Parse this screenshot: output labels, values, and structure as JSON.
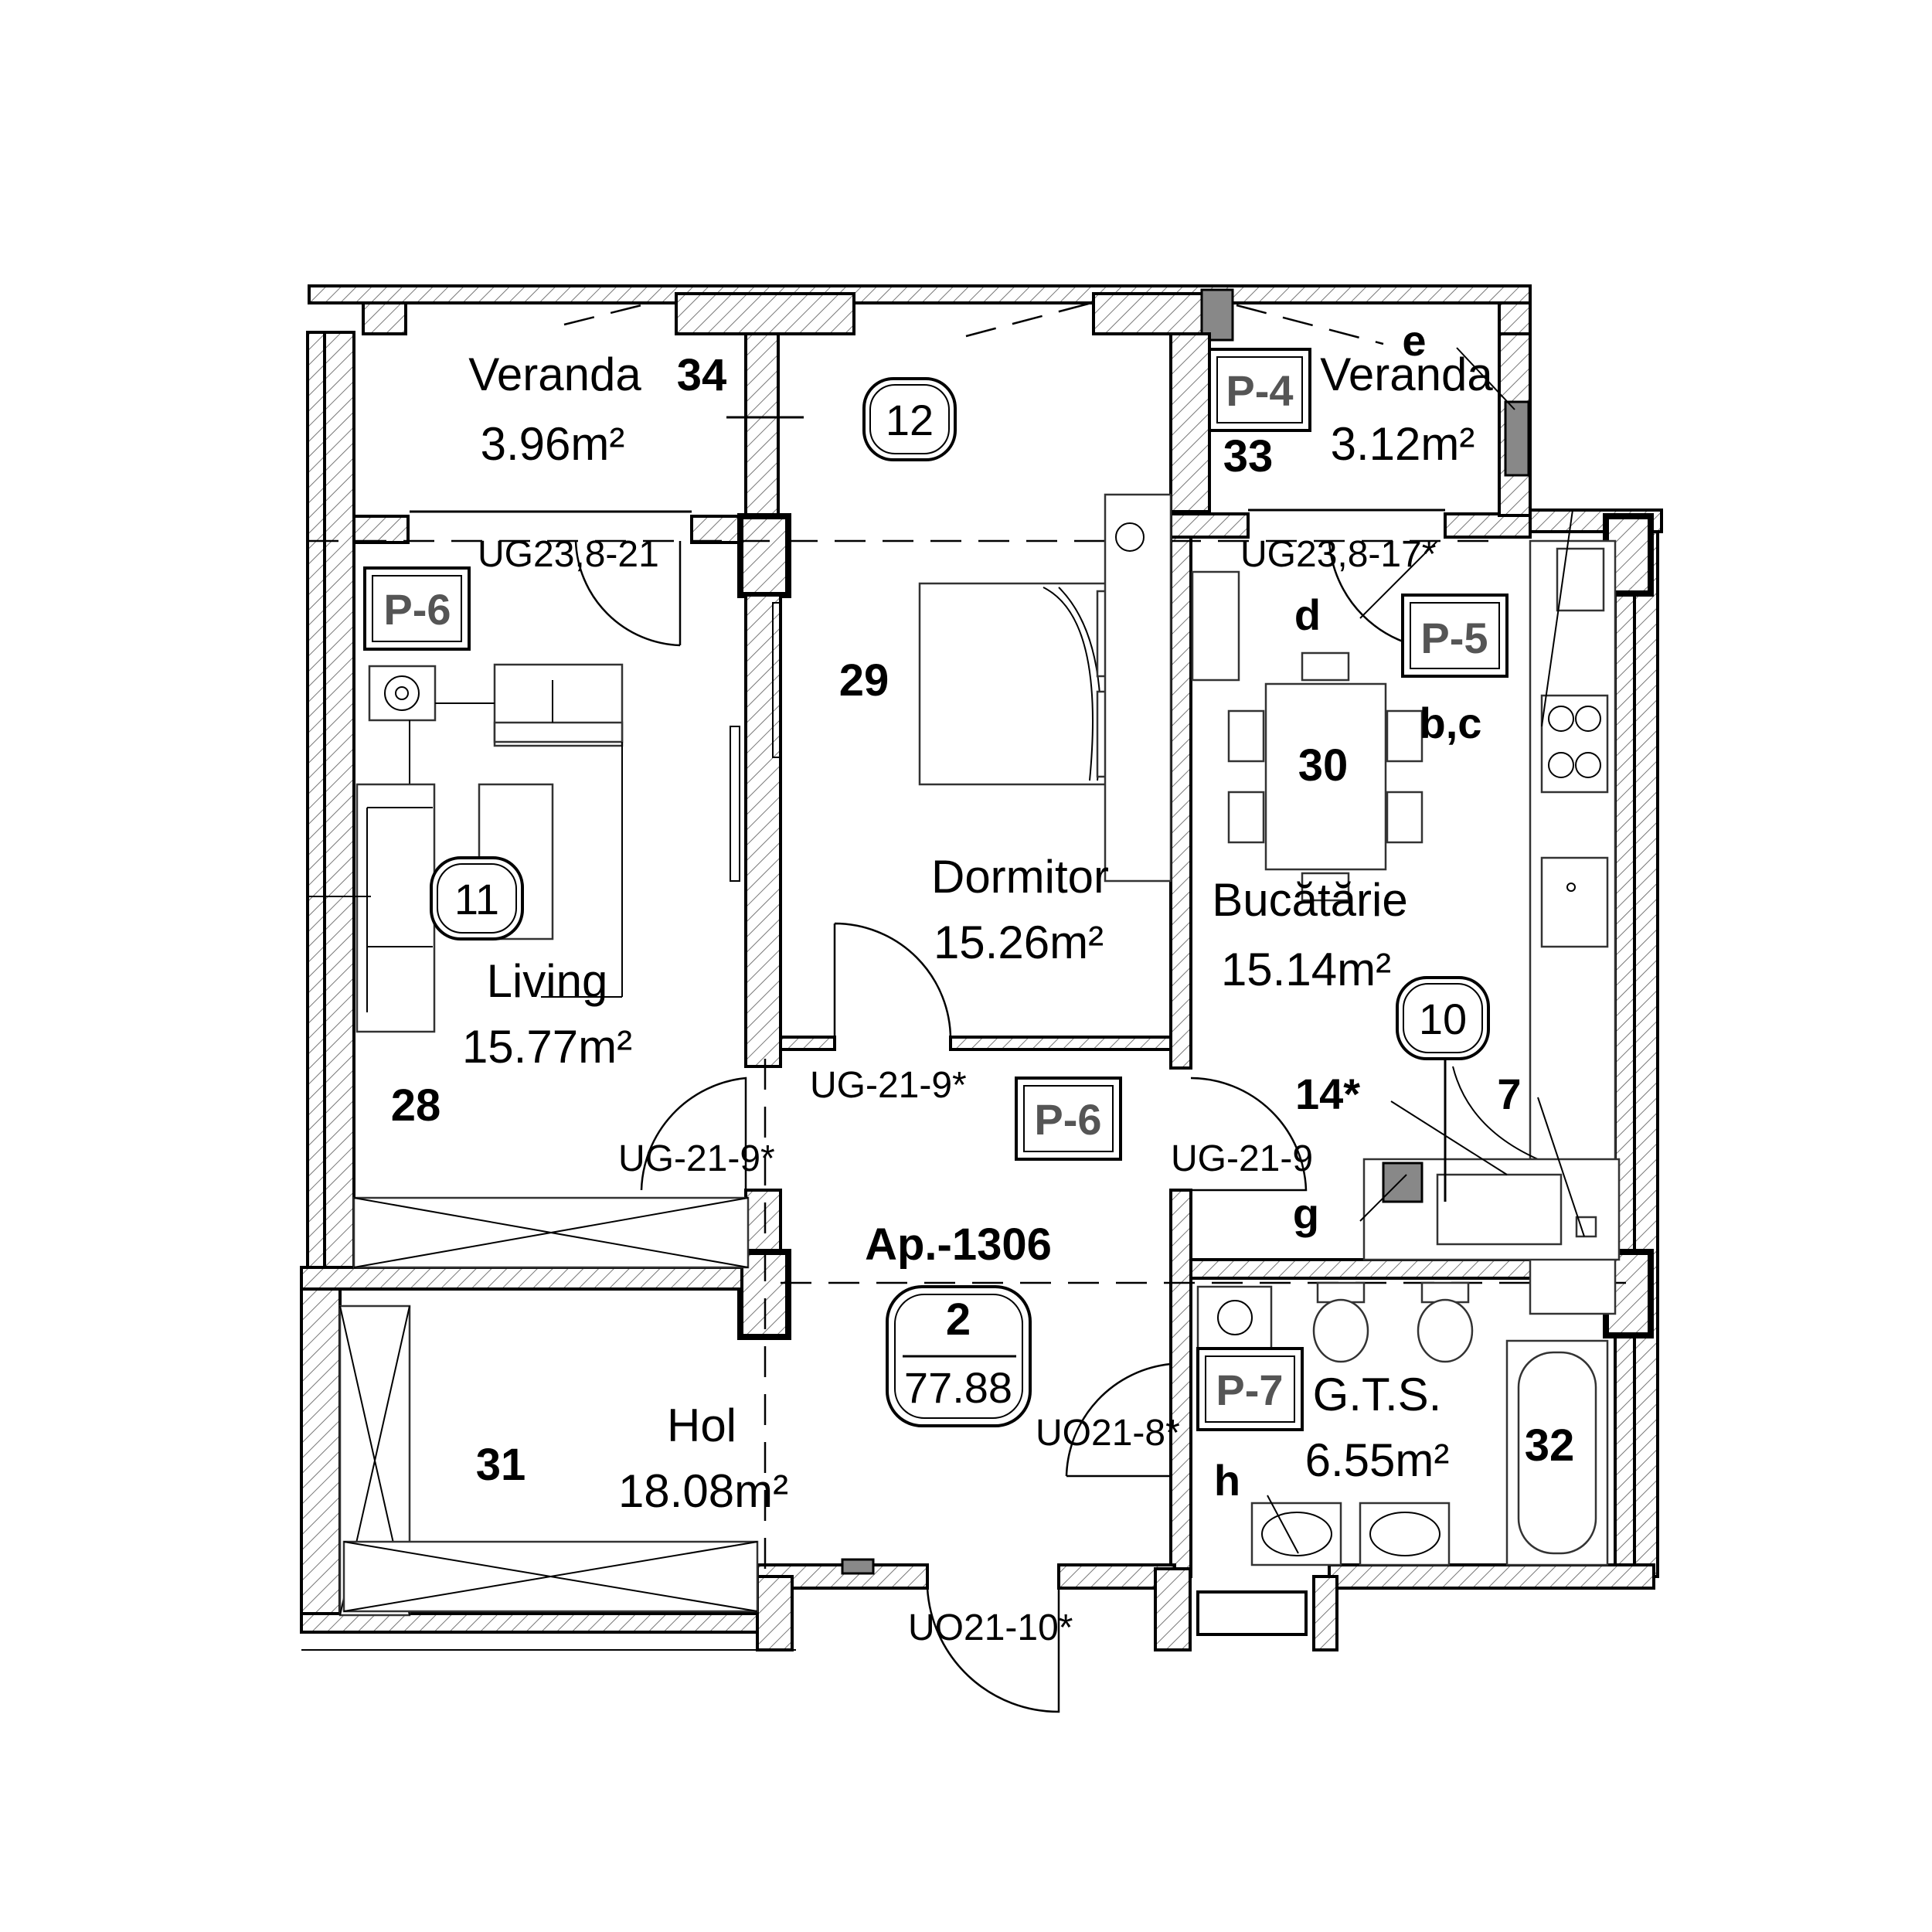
{
  "apartment": {
    "label": "Ap.-1306",
    "rooms": "2",
    "total_area": "77.88"
  },
  "rooms": {
    "veranda_left": {
      "name": "Veranda",
      "area": "3.96m²",
      "number": "34"
    },
    "veranda_right": {
      "name": "Veranda",
      "area": "3.12m²",
      "number": "33"
    },
    "living": {
      "name": "Living",
      "area": "15.77m²",
      "number": "28"
    },
    "dormitor": {
      "name": "Dormitor",
      "area": "15.26m²",
      "number": "29"
    },
    "bucatarie": {
      "name": "Bucătărie",
      "area": "15.14m²",
      "number": "30"
    },
    "hol": {
      "name": "Hol",
      "area": "18.08m²",
      "number": "31"
    },
    "gts": {
      "name": "G.T.S.",
      "area": "6.55m²",
      "number": "32"
    }
  },
  "circles": {
    "c12": "12",
    "c11": "11",
    "c10": "10"
  },
  "tags": {
    "p4": "P-4",
    "p5": "P-5",
    "p6_living": "P-6",
    "p6_hol": "P-6",
    "p7": "P-7"
  },
  "door_codes": {
    "ug23_21": "UG23,8-21",
    "ug23_17": "UG23,8-17*",
    "ug21_9_dorm": "UG-21-9*",
    "ug21_9_living": "UG-21-9*",
    "ug21_9_kitchen": "UG-21-9",
    "uo21_8": "UO21-8*",
    "uo21_10": "UO21-10*"
  },
  "markers": {
    "e": "e",
    "d": "d",
    "bc": "b,c",
    "n14": "14*",
    "n7": "7",
    "g": "g",
    "h": "h"
  }
}
